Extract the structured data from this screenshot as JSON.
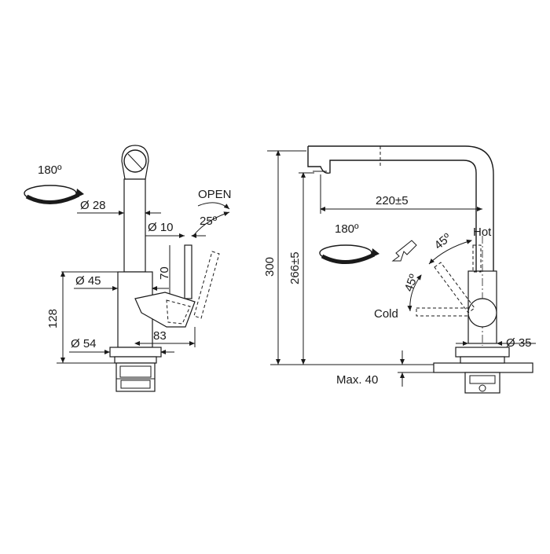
{
  "left_view": {
    "rotation": "180º",
    "dia_28": "Ø 28",
    "dia_10": "Ø 10",
    "dia_45": "Ø 45",
    "dia_54": "Ø 54",
    "height_128": "128",
    "height_70": "70",
    "depth_83": "83",
    "open_label": "OPEN",
    "open_angle": "25º"
  },
  "right_view": {
    "rotation": "180º",
    "height_300": "300",
    "height_266": "266±5",
    "reach_220": "220±5",
    "angle_hot": "45º",
    "angle_cold": "45º",
    "hot_label": "Hot",
    "cold_label": "Cold",
    "dia_35": "Ø 35",
    "max_40": "Max. 40"
  }
}
